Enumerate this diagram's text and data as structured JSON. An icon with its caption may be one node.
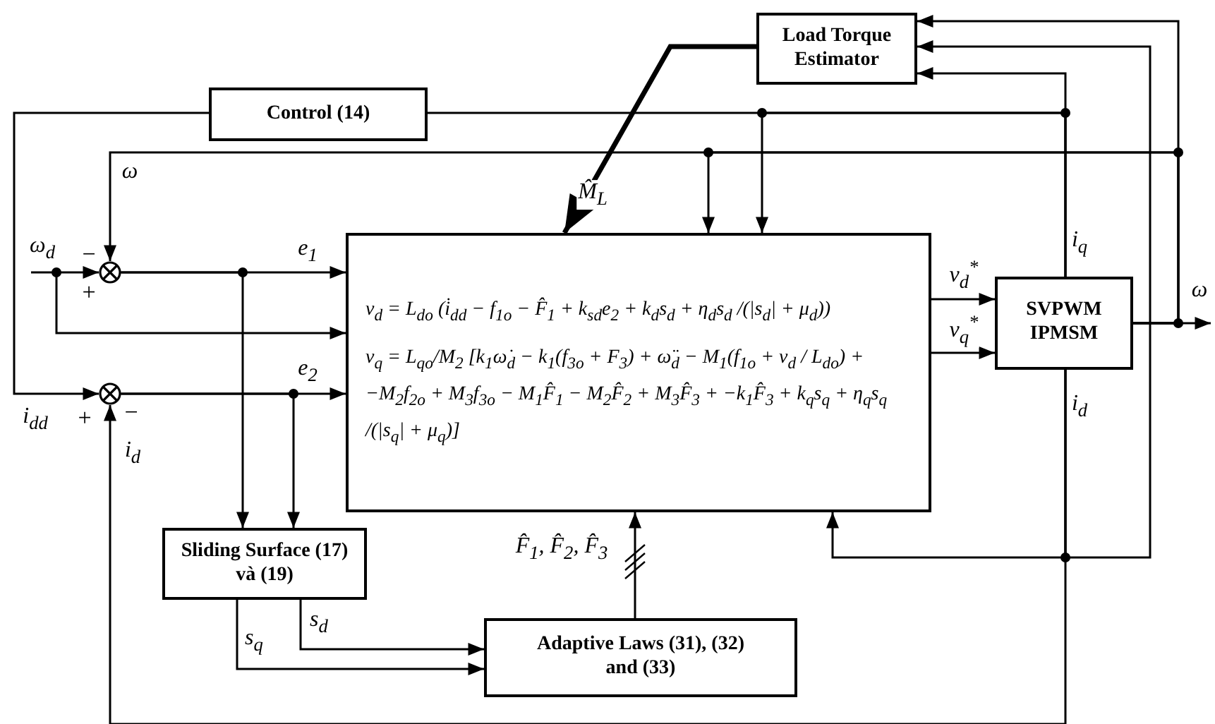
{
  "diagram": {
    "nodes": [
      {
        "text": [
          "Load Torque Estimator"
        ]
      },
      {
        "text": [
          "Control (14)"
        ]
      },
      {
        "text": [
          "v$_{d}$ = L$_{do}$ (i̇$_{dd}$ − f$_{1o}$ − F̂$_{1}$ + k$_{sd}$e$_{2}$ + k$_{d}$s$_{d}$ + η$_{d}$s$_{d}$ /(|s$_{d}$| + μ$_{d}$))",
          "v$_{q}$ = L$_{qo}$/M$_{2}$ [k$_{1}$ω̇$_{d}$ − k$_{1}$(f$_{3o}$ + F$_{3}$) + ω̈$_{d}$ − M$_{1}$(f$_{1o}$ + v$_{d}$ / L$_{do}$) + −M$_{2}$f$_{2o}$ + M$_{3}$f$_{3o}$ − M$_{1}$F̂$_{1}$ − M$_{2}$F̂$_{2}$ + M$_{3}$F̂$_{3}$ + −k$_{1}$F̂$_{3}$ + k$_{q}$s$_{q}$ + η$_{q}$s$_{q}$ /(|s$_{q}$| + μ$_{q}$)]"
        ]
      },
      {
        "text": [
          "SVPWM IPMSM"
        ]
      },
      {
        "text": [
          "Sliding Surface (17) và (19)"
        ]
      },
      {
        "text": [
          "Adaptive Laws (31), (32) and (33)"
        ]
      },
      {
        "text": [],
        "shape": "circle"
      },
      {
        "text": [],
        "shape": "circle"
      }
    ],
    "edges": [
      {
        "from": null,
        "to": 6,
        "arrow": "to",
        "label": "ω$_{d}$"
      },
      {
        "from": null,
        "to": 2,
        "arrow": "to"
      },
      {
        "from": 3,
        "to": 6,
        "arrow": "to",
        "label": "ω"
      },
      {
        "from": 6,
        "to": 2,
        "arrow": "to",
        "label": "e$_{1}$"
      },
      {
        "from": 6,
        "to": 4,
        "arrow": "to"
      },
      {
        "from": 1,
        "to": 7,
        "arrow": "to",
        "label": "i$_{dd}$"
      },
      {
        "from": 7,
        "to": 2,
        "arrow": "to",
        "label": "e$_{2}$"
      },
      {
        "from": 7,
        "to": 4,
        "arrow": "to"
      },
      {
        "from": 3,
        "to": 7,
        "arrow": "to",
        "label": "i$_{d}$"
      },
      {
        "from": 0,
        "to": 2,
        "arrow": "to",
        "label": "M̂$_{L}$",
        "style": "thick"
      },
      {
        "from": 3,
        "to": 0,
        "arrow": "to"
      },
      {
        "from": 3,
        "to": 2,
        "arrow": "to"
      },
      {
        "from": 3,
        "to": 1,
        "arrow": "none",
        "label": "i$_{q}$"
      },
      {
        "from": 3,
        "to": 0,
        "arrow": "to"
      },
      {
        "from": 3,
        "to": 2,
        "arrow": "to"
      },
      {
        "from": 3,
        "to": 0,
        "arrow": "to",
        "label": "i$_{d}$"
      },
      {
        "from": 3,
        "to": 2,
        "arrow": "to"
      },
      {
        "from": 2,
        "to": 3,
        "arrow": "to",
        "label": "v$_{d}$$^{*}$"
      },
      {
        "from": 2,
        "to": 3,
        "arrow": "to",
        "label": "v$_{q}$$^{*}$"
      },
      {
        "from": 4,
        "to": 5,
        "arrow": "to",
        "label": "s$_{d}$"
      },
      {
        "from": 4,
        "to": 5,
        "arrow": "to",
        "label": "s$_{q}$"
      },
      {
        "from": 5,
        "to": 2,
        "arrow": "to",
        "label": "F̂$_{1}$, F̂$_{2}$, F̂$_{3}$"
      },
      {
        "from": 3,
        "to": null,
        "arrow": "to",
        "label": "ω"
      }
    ],
    "labels": [
      "−",
      "+",
      "+",
      "−"
    ]
  }
}
